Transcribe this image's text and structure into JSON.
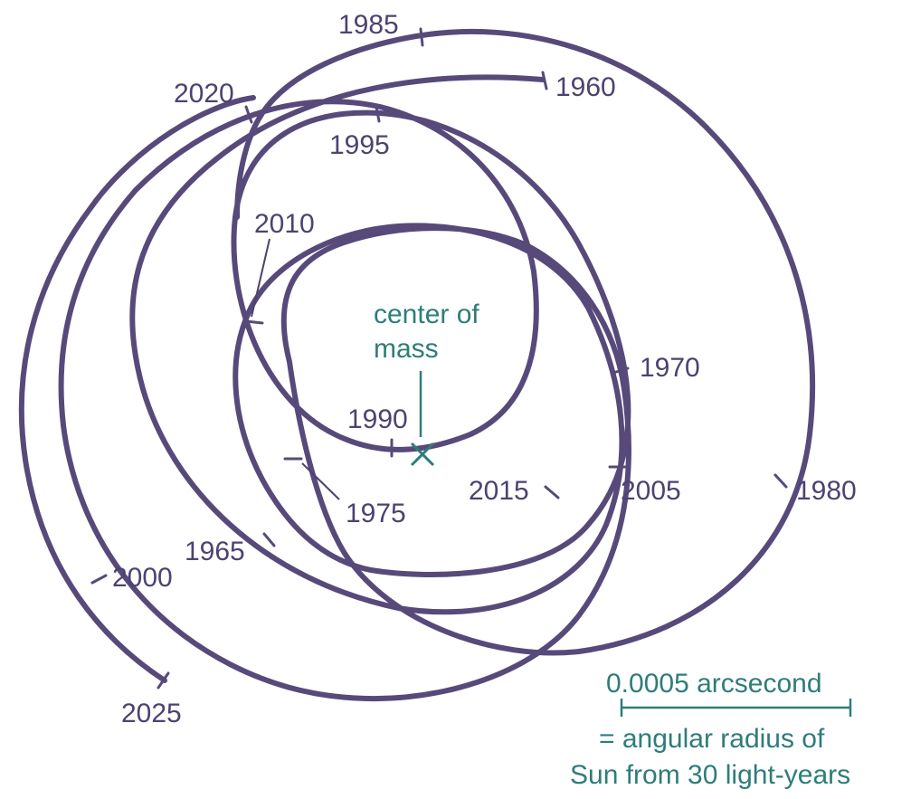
{
  "years": {
    "y1960": "1960",
    "y1965": "1965",
    "y1970": "1970",
    "y1975": "1975",
    "y1980": "1980",
    "y1985": "1985",
    "y1990": "1990",
    "y1995": "1995",
    "y2000": "2000",
    "y2005": "2005",
    "y2010": "2010",
    "y2015": "2015",
    "y2020": "2020",
    "y2025": "2025"
  },
  "center_of_mass": {
    "line1": "center of",
    "line2": "mass"
  },
  "scale": {
    "value": "0.0005 arcsecond",
    "note_line1": "= angular radius of",
    "note_line2": "Sun from 30 light-years"
  },
  "colors": {
    "path": "#574a7a",
    "labels": "#4d4270",
    "accent": "#2e7d7a"
  }
}
